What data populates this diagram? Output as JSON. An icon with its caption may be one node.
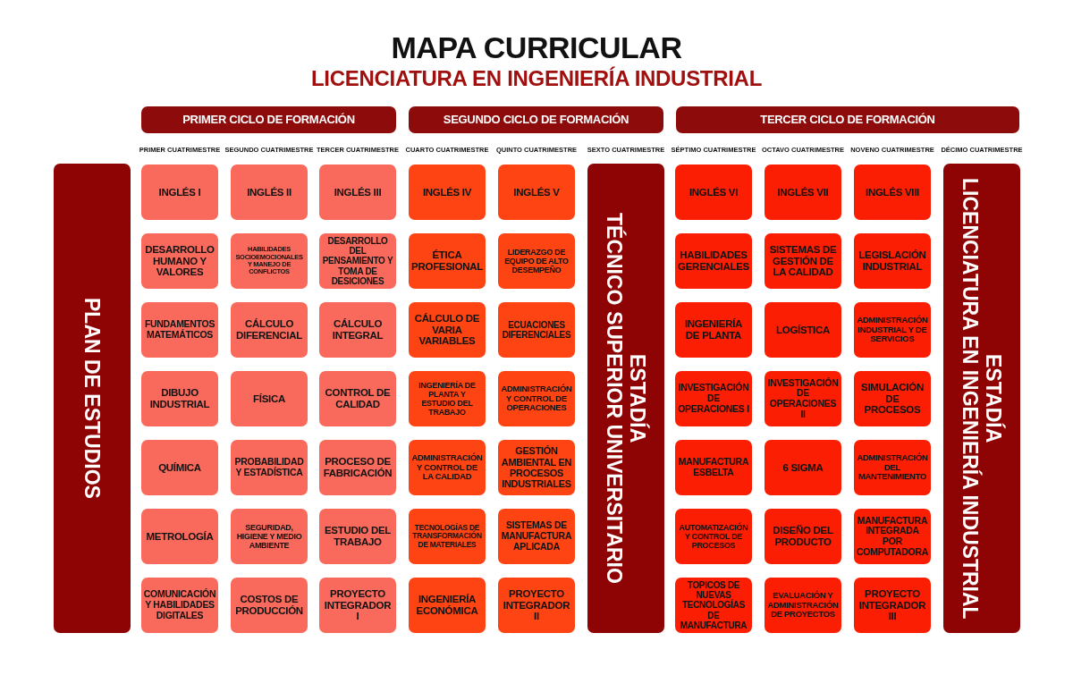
{
  "diagram": {
    "title": "MAPA CURRICULAR",
    "nodes": [
      {
        "text": [
          "PLAN DE ESTUDIOS"
        ]
      },
      {
        "text": [
          "PRIMER CICLO DE FORMACIÓN"
        ]
      },
      {
        "text": [
          "SEGUNDO CICLO DE FORMACIÓN"
        ]
      },
      {
        "text": [
          "TERCER CICLO DE FORMACIÓN"
        ]
      },
      {
        "text": [
          "INGLÉS I"
        ]
      },
      {
        "text": [
          "DESARROLLO HUMANO Y VALORES"
        ]
      },
      {
        "text": [
          "FUNDAMENTOS MATEMÁTICOS"
        ]
      },
      {
        "text": [
          "DIBUJO INDUSTRIAL"
        ]
      },
      {
        "text": [
          "QUÍMICA"
        ]
      },
      {
        "text": [
          "METROLOGÍA"
        ]
      },
      {
        "text": [
          "COMUNICACIÓN Y HABILIDADES DIGITALES"
        ]
      },
      {
        "text": [
          "INGLÉS II"
        ]
      },
      {
        "text": [
          "HABILIDADES SOCIOEMOCIONALES Y MANEJO DE CONFLICTOS"
        ]
      },
      {
        "text": [
          "CÁLCULO DIFERENCIAL"
        ]
      },
      {
        "text": [
          "FÍSICA"
        ]
      },
      {
        "text": [
          "PROBABILIDAD Y ESTADÍSTICA"
        ]
      },
      {
        "text": [
          "SEGURIDAD, HIGIENE Y MEDIO AMBIENTE"
        ]
      },
      {
        "text": [
          "COSTOS DE PRODUCCIÓN"
        ]
      },
      {
        "text": [
          "INGLÉS III"
        ]
      },
      {
        "text": [
          "DESARROLLO DEL PENSAMIENTO Y TOMA DE DESICIONES"
        ]
      },
      {
        "text": [
          "CÁLCULO INTEGRAL"
        ]
      },
      {
        "text": [
          "CONTROL DE CALIDAD"
        ]
      },
      {
        "text": [
          "PROCESO DE FABRICACIÓN"
        ]
      },
      {
        "text": [
          "ESTUDIO DEL TRABAJO"
        ]
      },
      {
        "text": [
          "PROYECTO INTEGRADOR I"
        ]
      },
      {
        "text": [
          "INGLÉS IV"
        ]
      },
      {
        "text": [
          "ÉTICA PROFESIONAL"
        ]
      },
      {
        "text": [
          "CÁLCULO DE VARIA VARIABLES"
        ]
      },
      {
        "text": [
          "INGENIERÍA DE PLANTA Y ESTUDIO DEL TRABAJO"
        ]
      },
      {
        "text": [
          "ADMINISTRACIÓN Y CONTROL DE LA CALIDAD"
        ]
      },
      {
        "text": [
          "TECNOLOGÍAS DE TRANSFORMACIÓN DE MATERIALES"
        ]
      },
      {
        "text": [
          "INGENIERÍA ECONÓMICA"
        ]
      },
      {
        "text": [
          "INGLÉS V"
        ]
      },
      {
        "text": [
          "LIDERAZGO DE EQUIPO DE ALTO DESEMPEÑO"
        ]
      },
      {
        "text": [
          "ECUACIONES DIFERENCIALES"
        ]
      },
      {
        "text": [
          "ADMINISTRACIÓN Y CONTROL DE OPERACIONES"
        ]
      },
      {
        "text": [
          "GESTIÓN AMBIENTAL EN PROCESOS INDUSTRIALES"
        ]
      },
      {
        "text": [
          "SISTEMAS DE MANUFACTURA APLICADA"
        ]
      },
      {
        "text": [
          "PROYECTO INTEGRADOR II"
        ]
      },
      {
        "text": [
          "ESTADÍA",
          "TÉCNICO SUPERIOR UNIVERSITARIO"
        ]
      },
      {
        "text": [
          "INGLÉS VI"
        ]
      },
      {
        "text": [
          "HABILIDADES GERENCIALES"
        ]
      },
      {
        "text": [
          "INGENIERÍA DE PLANTA"
        ]
      },
      {
        "text": [
          "INVESTIGACIÓN DE OPERACIONES I"
        ]
      },
      {
        "text": [
          "MANUFACTURA ESBELTA"
        ]
      },
      {
        "text": [
          "AUTOMATIZACIÓN Y CONTROL DE PROCESOS"
        ]
      },
      {
        "text": [
          "TOPICOS DE NUEVAS TECNOLOGÍAS DE MANUFACTURA"
        ]
      },
      {
        "text": [
          "INGLÉS VII"
        ]
      },
      {
        "text": [
          "SISTEMAS DE GESTIÓN DE LA CALIDAD"
        ]
      },
      {
        "text": [
          "LOGÍSTICA"
        ]
      },
      {
        "text": [
          "INVESTIGACIÓN DE OPERACIONES II"
        ]
      },
      {
        "text": [
          "6 SIGMA"
        ]
      },
      {
        "text": [
          "DISEÑO DEL PRODUCTO"
        ]
      },
      {
        "text": [
          "EVALUACIÓN Y ADMINISTRACIÓN DE PROYECTOS"
        ]
      },
      {
        "text": [
          "INGLÉS VIII"
        ]
      },
      {
        "text": [
          "LEGISLACIÓN INDUSTRIAL"
        ]
      },
      {
        "text": [
          "ADMINISTRACIÓN INDUSTRIAL Y DE SERVICIOS"
        ]
      },
      {
        "text": [
          "SIMULACIÓN DE PROCESOS"
        ]
      },
      {
        "text": [
          "ADMINISTRACIÓN DEL MANTENIMIENTO"
        ]
      },
      {
        "text": [
          "MANUFACTURA INTEGRADA POR COMPUTADORA"
        ]
      },
      {
        "text": [
          "PROYECTO INTEGRADOR III"
        ]
      },
      {
        "text": [
          "ESTADÍA",
          "LICENCIATURA EN INGENIERÍA INDUSTRIAL"
        ]
      }
    ],
    "labels": [
      "LICENCIATURA EN INGENIERÍA INDUSTRIAL",
      "PRIMER CUATRIMESTRE",
      "SEGUNDO CUATRIMESTRE",
      "TERCER CUATRIMESTRE",
      "CUARTO CUATRIMESTRE",
      "QUINTO CUATRIMESTRE",
      "SEXTO CUATRIMESTRE",
      "SÉPTIMO CUATRIMESTRE",
      "OCTAVO CUATRIMESTRE",
      "NOVENO CUATRIMESTRE",
      "DÉCIMO CUATRIMESTRE"
    ]
  }
}
